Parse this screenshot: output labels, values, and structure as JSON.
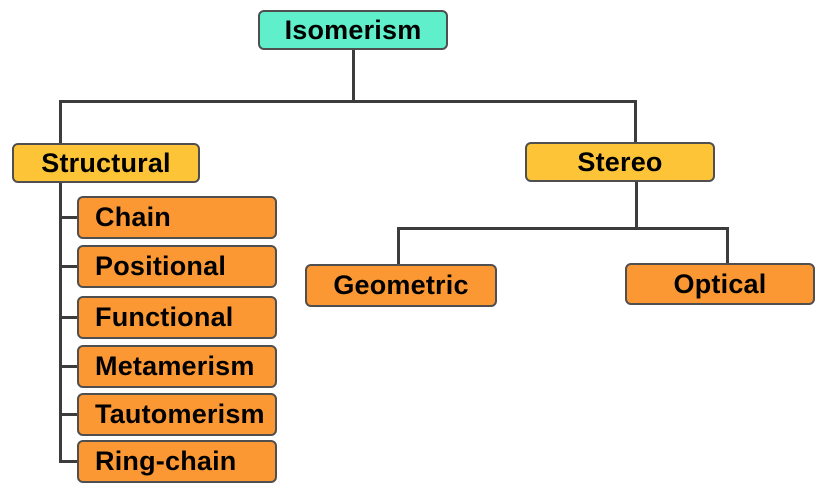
{
  "diagram": {
    "root": {
      "label": "Isomerism"
    },
    "branches": [
      {
        "label": "Structural",
        "children": [
          {
            "label": "Chain"
          },
          {
            "label": "Positional"
          },
          {
            "label": "Functional"
          },
          {
            "label": "Metamerism"
          },
          {
            "label": "Tautomerism"
          },
          {
            "label": "Ring-chain"
          }
        ]
      },
      {
        "label": "Stereo",
        "children": [
          {
            "label": "Geometric"
          },
          {
            "label": "Optical"
          }
        ]
      }
    ],
    "colors": {
      "root_fill": "#5ff0cb",
      "branch_fill": "#fdc437",
      "leaf_fill": "#fb9834",
      "box_border": "#4f4f4f",
      "connector": "#3c3c3c",
      "text": "#000000",
      "background": "#ffffff"
    }
  }
}
